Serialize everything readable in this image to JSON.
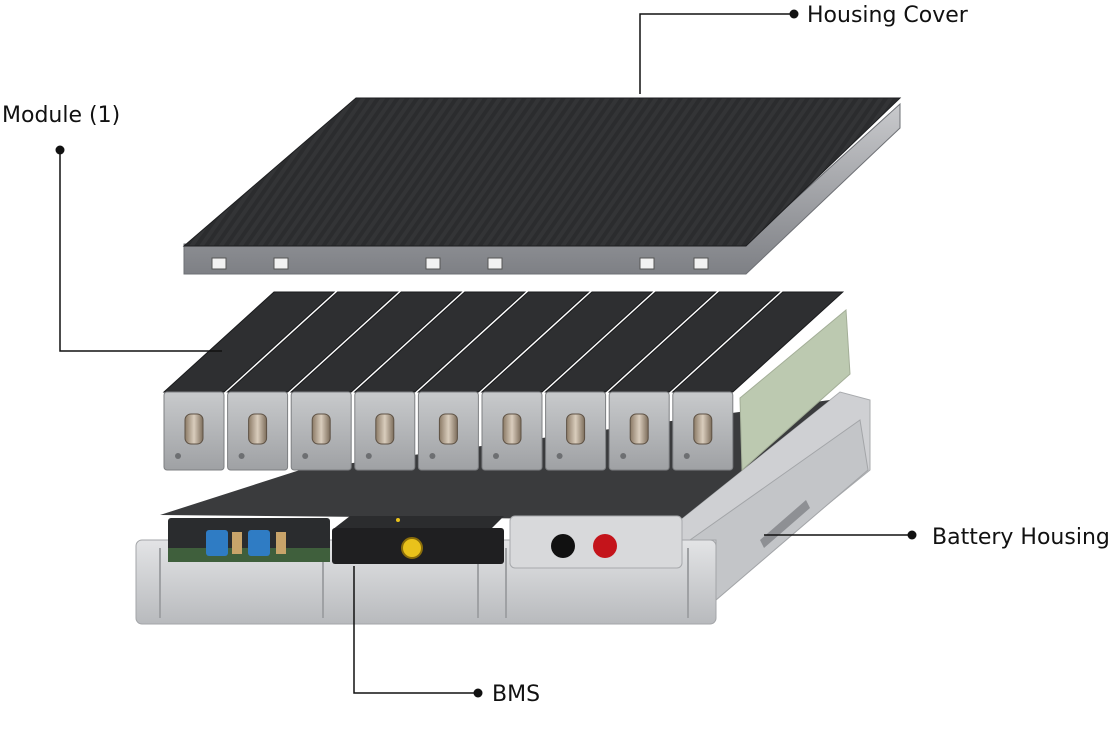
{
  "labels": {
    "housing_cover": "Housing Cover",
    "module": "Module (1)",
    "battery_housing": "Battery Housing",
    "bms": "BMS"
  },
  "module_count": 9,
  "colors": {
    "cover_dark": "#2a2b2d",
    "cover_rim": "#9a9ca0",
    "module_dark": "#2c2d2f",
    "module_front": "#b9bbbe",
    "tray_silver": "#d6d7d9",
    "cell_green": "#bcc9b0",
    "bms_black": "#1f1f21",
    "connector_blue": "#2f7cc4",
    "connector_yellow": "#e9c21b",
    "port_red": "#c4141b",
    "leader_line": "#111111"
  }
}
